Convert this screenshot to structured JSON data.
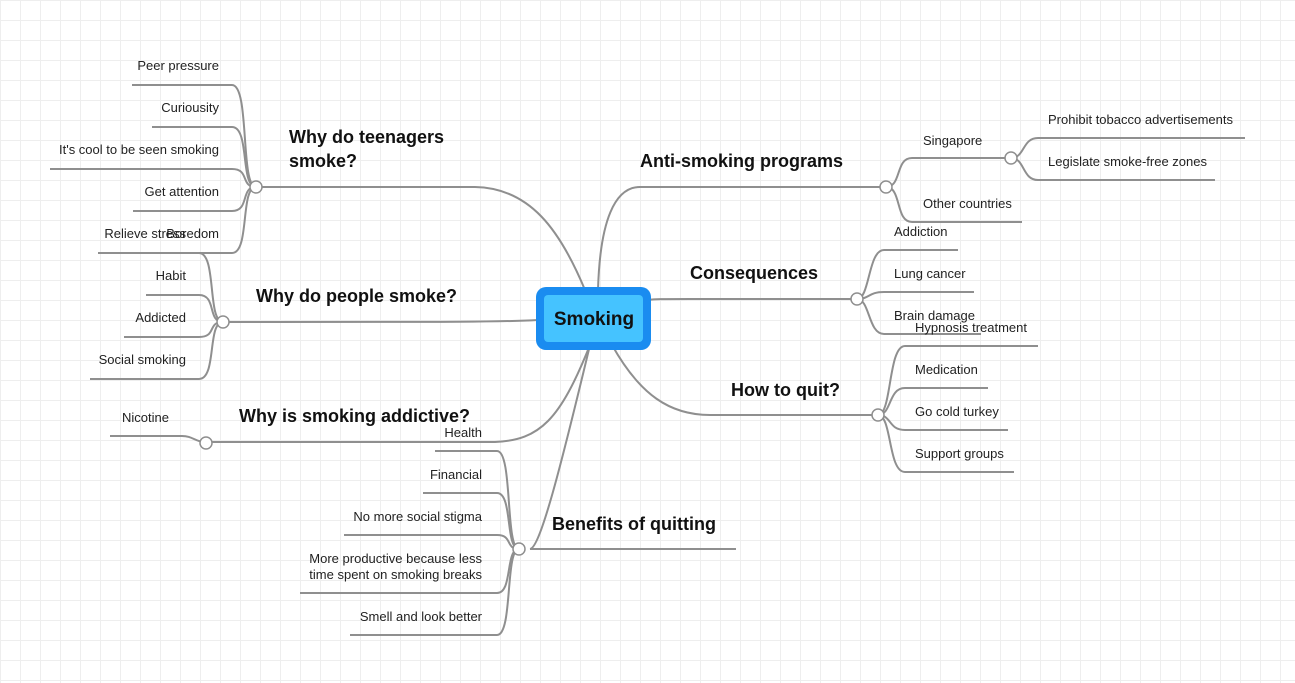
{
  "center": "Smoking",
  "colors": {
    "center_border": "#1a8cf0",
    "center_fill": "#45c3ff",
    "connector": "#8f8f8f",
    "grid": "#eeeeee"
  },
  "branches": {
    "teenagers": {
      "title_line1": "Why do teenagers",
      "title_line2": "smoke?",
      "items": [
        "Peer pressure",
        "Curiousity",
        "It's cool to be seen smoking",
        "Get attention",
        "Boredom"
      ]
    },
    "people": {
      "title": "Why do people smoke?",
      "items": [
        "Relieve stress",
        "Habit",
        "Addicted",
        "Social smoking"
      ]
    },
    "addictive": {
      "title": "Why is smoking addictive?",
      "items": [
        "Nicotine"
      ]
    },
    "benefits": {
      "title": "Benefits of quitting",
      "items": [
        "Health",
        "Financial",
        "No more social stigma",
        "More productive because less",
        "time spent on smoking breaks",
        "Smell and look better"
      ]
    },
    "anti": {
      "title": "Anti-smoking programs",
      "singapore": "Singapore",
      "singapore_items": [
        "Prohibit tobacco advertisements",
        "Legislate smoke-free zones"
      ],
      "other": "Other countries"
    },
    "consequences": {
      "title": "Consequences",
      "items": [
        "Addiction",
        "Lung cancer",
        "Brain damage"
      ]
    },
    "quit": {
      "title": "How to quit?",
      "items": [
        "Hypnosis treatment",
        "Medication",
        "Go cold turkey",
        "Support groups"
      ]
    }
  }
}
